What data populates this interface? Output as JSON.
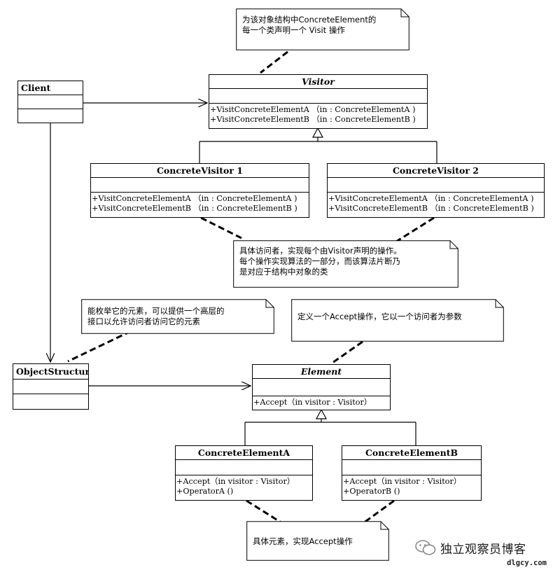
{
  "classes": {
    "visitor": {
      "name": "Visitor",
      "ops": [
        "+VisitConcreteElementA （in   : ConcreteElementA )",
        "+VisitConcreteElementB （in   : ConcreteElementB )"
      ]
    },
    "concrete_visitor_1": {
      "name": "ConcreteVisitor 1",
      "ops": [
        "+VisitConcreteElementA （in   : ConcreteElementA )",
        "+VisitConcreteElementB （in   : ConcreteElementB )"
      ]
    },
    "concrete_visitor_2": {
      "name": "ConcreteVisitor 2",
      "ops": [
        "+VisitConcreteElementA （in   : ConcreteElementA )",
        "+VisitConcreteElementB （in   : ConcreteElementB )"
      ]
    },
    "client": {
      "name": "Client"
    },
    "object_structure": {
      "name": "ObjectStructure"
    },
    "element": {
      "name": "Element",
      "ops": [
        "+Accept（in visitor  : Visitor）"
      ]
    },
    "concrete_element_a": {
      "name": "ConcreteElementA",
      "ops": [
        "+Accept（in visitor  : Visitor）",
        "+OperatorA ()"
      ]
    },
    "concrete_element_b": {
      "name": "ConcreteElementB",
      "ops": [
        "+Accept（in visitor  : Visitor）",
        "+OperatorB ()"
      ]
    }
  },
  "notes": {
    "visitor_note": [
      "为该对象结构中ConcreteElement的",
      "每一个类声明一个 Visit 操作"
    ],
    "concrete_visitor_note": [
      "具体访问者，实现每个由Visitor声明的操作。",
      "每个操作实现算法的一部分，而该算法片断乃",
      "是对应于结构中对象的类"
    ],
    "object_structure_note": [
      "能枚举它的元素，可以提供一个高层的",
      "接口以允许访问者访问它的元素"
    ],
    "element_note": [
      "定义一个Accept操作，它以一个访问者为参数"
    ],
    "concrete_element_note": [
      "具体元素，实现Accept操作"
    ]
  },
  "watermark": {
    "text": "独立观察员博客",
    "domain": "dlgcy.com",
    "icon": "wechat-icon"
  }
}
